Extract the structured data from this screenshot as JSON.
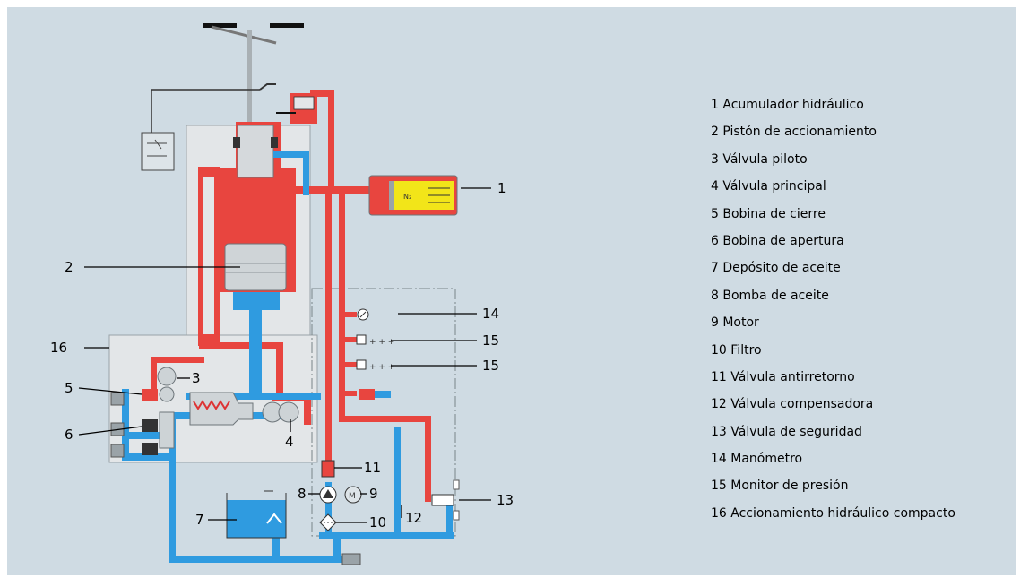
{
  "colors": {
    "background": "#cfdbe3",
    "pressure_line": "#e8453f",
    "return_line": "#2f9be0",
    "accumulator_gas": "#f2e519",
    "housing": "#e3e6e8"
  },
  "accumulator_label": "N₂",
  "callouts": [
    "1",
    "2",
    "3",
    "4",
    "5",
    "6",
    "7",
    "8",
    "9",
    "10",
    "11",
    "12",
    "13",
    "14",
    "15",
    "15",
    "16"
  ],
  "legend": [
    "1 Acumulador hidráulico",
    "2 Pistón de accionamiento",
    "3 Válvula piloto",
    "4 Válvula principal",
    "5 Bobina de cierre",
    "6 Bobina de apertura",
    "7 Depósito de aceite",
    "8 Bomba de aceite",
    "9 Motor",
    "10 Filtro",
    "11 Válvula antirretorno",
    "12 Válvula compensadora",
    "13 Válvula de seguridad",
    "14 Manómetro",
    "15 Monitor de presión",
    "16 Accionamiento hidráulico compacto"
  ]
}
